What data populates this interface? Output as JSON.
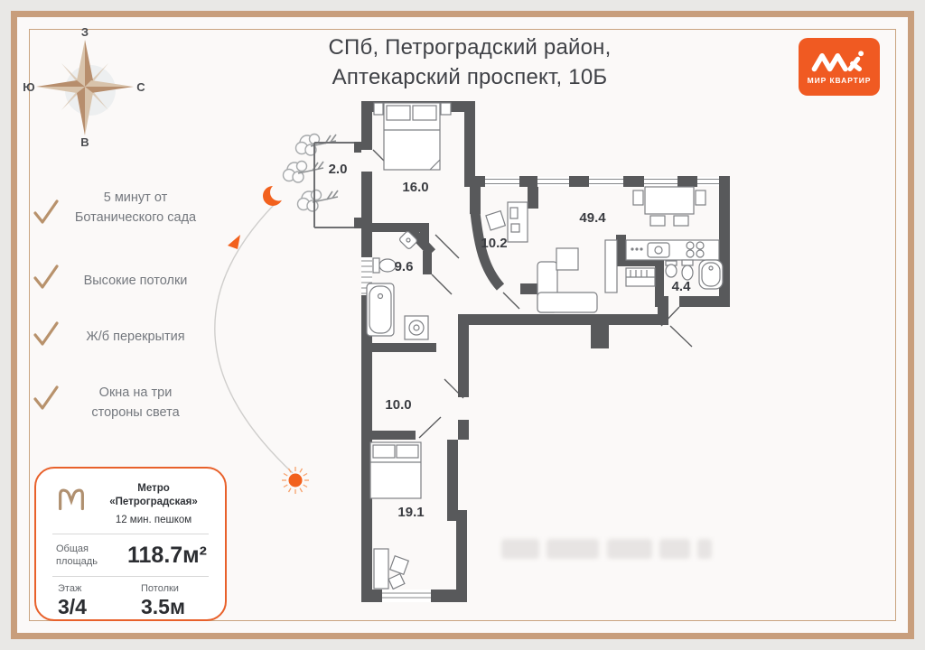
{
  "header": {
    "title_line1": "СПб, Петроградский район,",
    "title_line2": "Аптекарский проспект, 10Б"
  },
  "logo": {
    "label": "МИР КВАРТИР"
  },
  "compass": {
    "top": "З",
    "right": "С",
    "left": "Ю",
    "bottom": "В"
  },
  "features": [
    {
      "line1": "5 минут от",
      "line2": "Ботанического сада"
    },
    {
      "line1": "Высокие потолки",
      "line2": ""
    },
    {
      "line1": "Ж/б перекрытия",
      "line2": ""
    },
    {
      "line1": "Окна на три",
      "line2": "стороны света"
    }
  ],
  "info_card": {
    "metro_name": "Метро «Петроградская»",
    "metro_walk": "12 мин. пешком",
    "area_label_1": "Общая",
    "area_label_2": "площадь",
    "area_value": "118.7м²",
    "floor_label": "Этаж",
    "floor_value": "3/4",
    "ceiling_label": "Потолки",
    "ceiling_value": "3.5м"
  },
  "floorplan": {
    "rooms": [
      {
        "name": "balcony",
        "area": "2.0"
      },
      {
        "name": "bedroom",
        "area": "16.0"
      },
      {
        "name": "hall",
        "area": "10.2"
      },
      {
        "name": "living-kitchen",
        "area": "49.4"
      },
      {
        "name": "bathroom",
        "area": "9.6"
      },
      {
        "name": "wc",
        "area": "4.4"
      },
      {
        "name": "hallway",
        "area": "10.0"
      },
      {
        "name": "bedroom-2",
        "area": "19.1"
      }
    ]
  },
  "colors": {
    "accent_orange": "#f05a22",
    "frame_tan": "#c89e7c",
    "wall_gray": "#58595b",
    "check_tan": "#b8926c"
  }
}
